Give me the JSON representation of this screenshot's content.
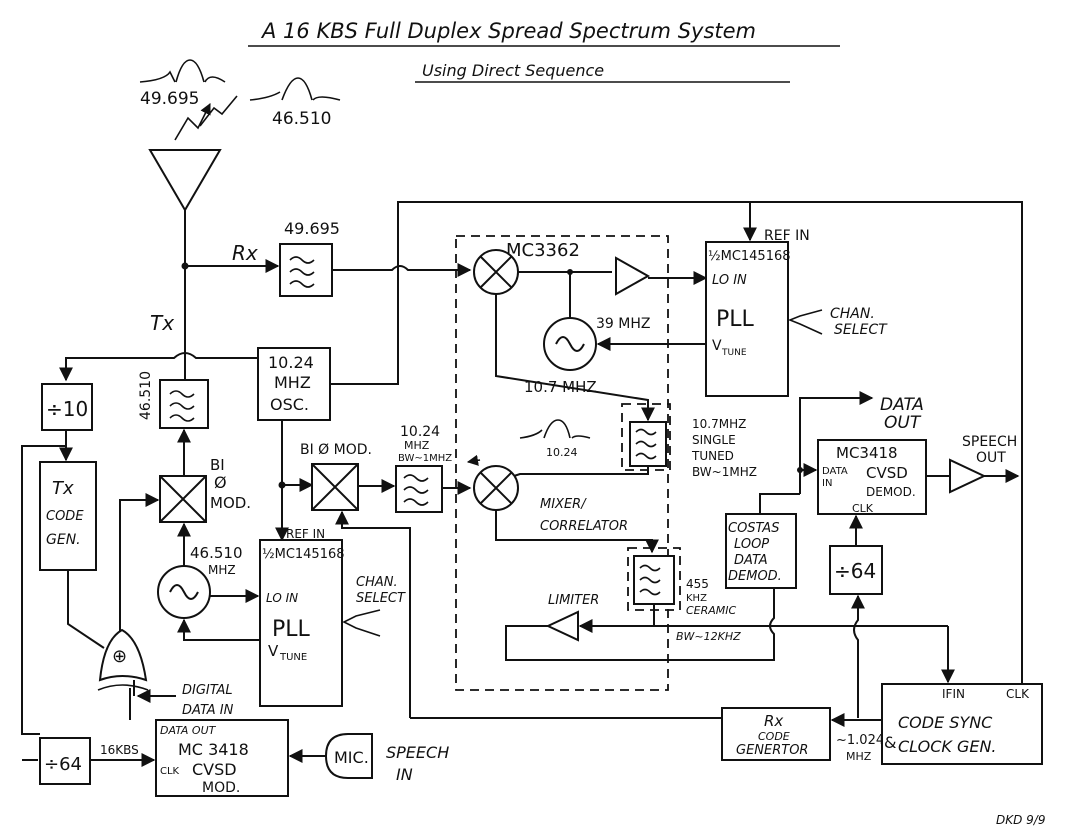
{
  "title": "A 16 KBS   Full Duplex Spread Spectrum System",
  "subtitle": "Using Direct Sequence",
  "signature": "DKD 9/9",
  "rf": {
    "freq_a": "49.695",
    "freq_b": "46.510"
  },
  "labels": {
    "rx": "Rx",
    "tx": "Tx",
    "rx_filter_freq": "49.695",
    "tx_filter_freq": "46.510",
    "osc_1": "10.24",
    "osc_2": "MHZ",
    "osc_3": "OSC.",
    "div10": "÷10",
    "txcode_1": "Tx",
    "txcode_2": "CODE",
    "txcode_3": "GEN.",
    "bimod_1": "BI",
    "bimod_2": "Ø",
    "bimod_3": "MOD.",
    "vco_freq_1": "46.510",
    "vco_freq_2": "MHZ",
    "pll1_chip": "½MC145168",
    "pll1_ref": "REF IN",
    "pll1_lo": "LO IN",
    "pll1_name": "PLL",
    "pll1_vtune": "V",
    "pll1_vtune_sub": "TUNE",
    "chan1_a": "CHAN.",
    "chan1_b": "SELECT",
    "xor_sym": "⊕",
    "digital_1": "DIGITAL",
    "digital_2": "DATA IN",
    "div64a": "÷64",
    "kbs16": "16KBS",
    "mod_data_out": "DATA OUT",
    "mod_chip": "MC 3418",
    "mod_clk": "CLK",
    "mod_cvsd": "CVSD",
    "mod_mod": "MOD.",
    "mic": "MIC.",
    "speech_in_1": "SPEECH",
    "speech_in_2": "IN",
    "biomod2": "BI Ø MOD.",
    "bpf_1": "10.24",
    "bpf_2": "MHZ",
    "bpf_3": "BW~1MHZ",
    "spec_1024": "10.24",
    "mc3362": "MC3362",
    "lo_freq": "39 MHZ",
    "if1": "10.7 MHZ",
    "if_filter_1": "10.7MHZ",
    "if_filter_2": "SINGLE",
    "if_filter_3": "TUNED",
    "if_filter_4": "BW~1MHZ",
    "mixer_1": "MIXER/",
    "mixer_2": "CORRELATOR",
    "cer_1": "455",
    "cer_2": "KHZ",
    "cer_3": "CERAMIC",
    "cer_bw": "BW~12KHZ",
    "limiter": "LIMITER",
    "pll2_chip": "½MC145168",
    "pll2_ref": "REF IN",
    "pll2_lo": "LO IN",
    "pll2_name": "PLL",
    "pll2_vtune": "V",
    "pll2_vtune_sub": "TUNE",
    "chan2_a": "CHAN.",
    "chan2_b": "SELECT",
    "costas_1": "COSTAS",
    "costas_2": "LOOP",
    "costas_3": "DATA",
    "costas_4": "DEMOD.",
    "dataout_1": "DATA",
    "dataout_2": "OUT",
    "demod_chip": "MC3418",
    "demod_datain_1": "DATA",
    "demod_datain_2": "IN",
    "demod_cvsd": "CVSD",
    "demod_demod": "DEMOD.",
    "demod_clk": "CLK",
    "speechout_1": "SPEECH",
    "speechout_2": "OUT",
    "div64b": "÷64",
    "rxcode_1": "Rx",
    "rxcode_2": "CODE",
    "rxcode_3": "GENERTOR",
    "clk_freq_1": "~1.024",
    "clk_freq_2": "MHZ",
    "sync_ifin": "IFIN",
    "sync_clk": "CLK",
    "sync_1": "CODE SYNC",
    "sync_2": "CLOCK GEN.",
    "sync_amp": "&"
  }
}
